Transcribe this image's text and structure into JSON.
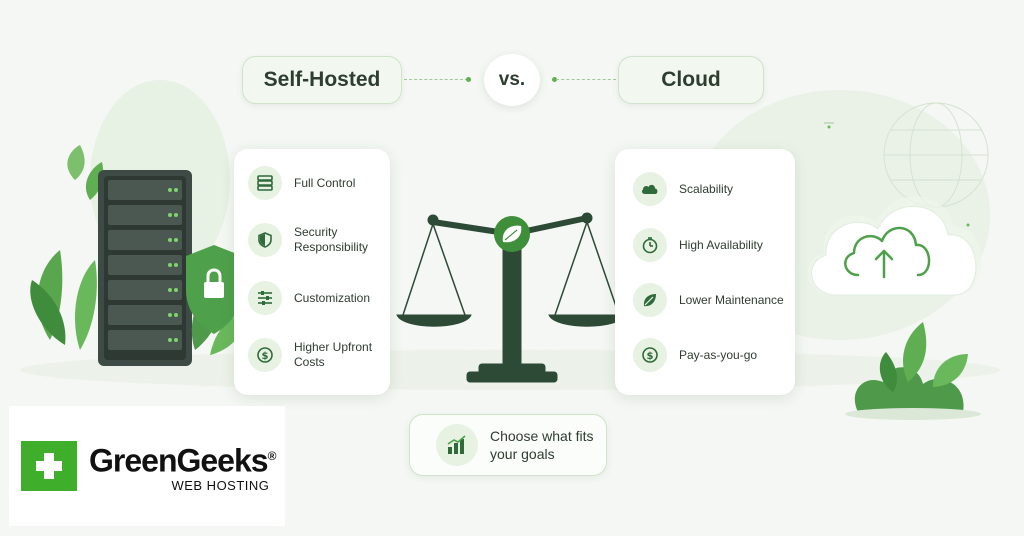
{
  "header": {
    "left_label": "Self-Hosted",
    "vs_label": "vs.",
    "right_label": "Cloud"
  },
  "self_hosted": {
    "items": [
      {
        "icon": "server-icon",
        "label": "Full Control"
      },
      {
        "icon": "shield-icon",
        "label": "Security Responsibility"
      },
      {
        "icon": "sliders-icon",
        "label": "Customization"
      },
      {
        "icon": "dollar-icon",
        "label": "Higher Upfront Costs"
      }
    ]
  },
  "cloud": {
    "items": [
      {
        "icon": "cloud-icon",
        "label": "Scalability"
      },
      {
        "icon": "clock-icon",
        "label": "High Availability"
      },
      {
        "icon": "leaf-icon",
        "label": "Lower Maintenance"
      },
      {
        "icon": "dollar-icon",
        "label": "Pay-as-you-go"
      }
    ]
  },
  "goal": {
    "icon": "bar-chart-icon",
    "label": "Choose what fits your goals"
  },
  "logo": {
    "brand": "GreenGeeks",
    "registered": "®",
    "subtitle": "WEB HOSTING"
  },
  "colors": {
    "accent": "#3fae2a",
    "dark_green": "#2d4a36",
    "icon_green": "#2f6b3a",
    "soft_green": "#e7f2e3"
  }
}
